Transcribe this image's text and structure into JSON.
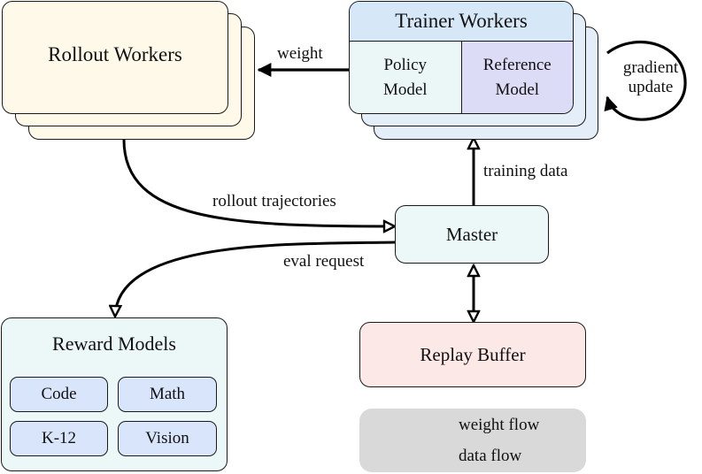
{
  "rollout": {
    "title": "Rollout Workers"
  },
  "trainer": {
    "title": "Trainer Workers",
    "policy_line1": "Policy",
    "policy_line2": "Model",
    "reference_line1": "Reference",
    "reference_line2": "Model"
  },
  "edges": {
    "weight": "weight",
    "gradient_line1": "gradient",
    "gradient_line2": "update",
    "training_data": "training data",
    "rollout_trajectories": "rollout trajectories",
    "eval_request": "eval request"
  },
  "master": {
    "label": "Master"
  },
  "replay": {
    "label": "Replay Buffer"
  },
  "reward": {
    "title": "Reward Models",
    "models": [
      "Code",
      "Math",
      "K-12",
      "Vision"
    ]
  },
  "legend": {
    "weight_flow": "weight flow",
    "data_flow": "data flow"
  },
  "colors": {
    "rollout_fill": "#fff9ea",
    "trainer_header": "#d6e8f7",
    "policy_fill": "#eaf7f6",
    "reference_fill": "#dcdcf6",
    "master_fill": "#ecf8f7",
    "replay_fill": "#fce9e7",
    "reward_chip_fill": "#d8e5fb",
    "legend_fill": "#d9d9d9"
  }
}
